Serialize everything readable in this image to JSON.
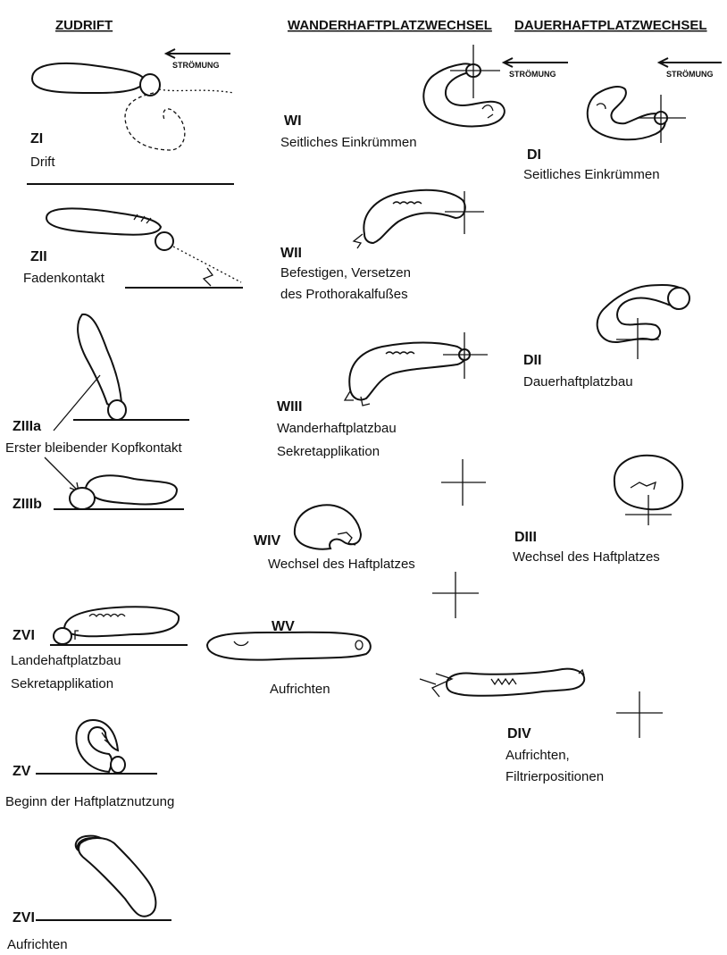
{
  "headers": {
    "zudrift": "ZUDRIFT",
    "wander": "WANDERHAFTPLATZWECHSEL",
    "dauer": "DAUERHAFTPLATZWECHSEL"
  },
  "stroemung": "STRÖMUNG",
  "zudrift": {
    "z1_code": "ZI",
    "z1_label": "Drift",
    "z2_code": "ZII",
    "z2_label": "Fadenkontakt",
    "z3a_code": "ZIIIa",
    "z3_label": "Erster bleibender Kopfkontakt",
    "z3b_code": "ZIIIb",
    "z4_code": "ZVI",
    "z4_label1": "Landehaftplatzbau",
    "z4_label2": "Sekretapplikation",
    "z5_code": "ZV",
    "z5_label": "Beginn der Haftplatznutzung",
    "z6_code": "ZVI",
    "z6_label": "Aufrichten"
  },
  "wander": {
    "w1_code": "WI",
    "w1_label": "Seitliches Einkrümmen",
    "w2_code": "WII",
    "w2_label1": "Befestigen, Versetzen",
    "w2_label2": "des Prothorakalfußes",
    "w3_code": "WIII",
    "w3_label1": "Wanderhaftplatzbau",
    "w3_label2": "Sekretapplikation",
    "w4_code": "WIV",
    "w4_label": "Wechsel des Haftplatzes",
    "w5_code": "WV",
    "w5_label": "Aufrichten"
  },
  "dauer": {
    "d1_code": "DI",
    "d1_label": "Seitliches Einkrümmen",
    "d2_code": "DII",
    "d2_label": "Dauerhaftplatzbau",
    "d3_code": "DIII",
    "d3_label": "Wechsel des Haftplatzes",
    "d4_code": "DIV",
    "d4_label1": "Aufrichten,",
    "d4_label2": "Filtrierpositionen"
  }
}
